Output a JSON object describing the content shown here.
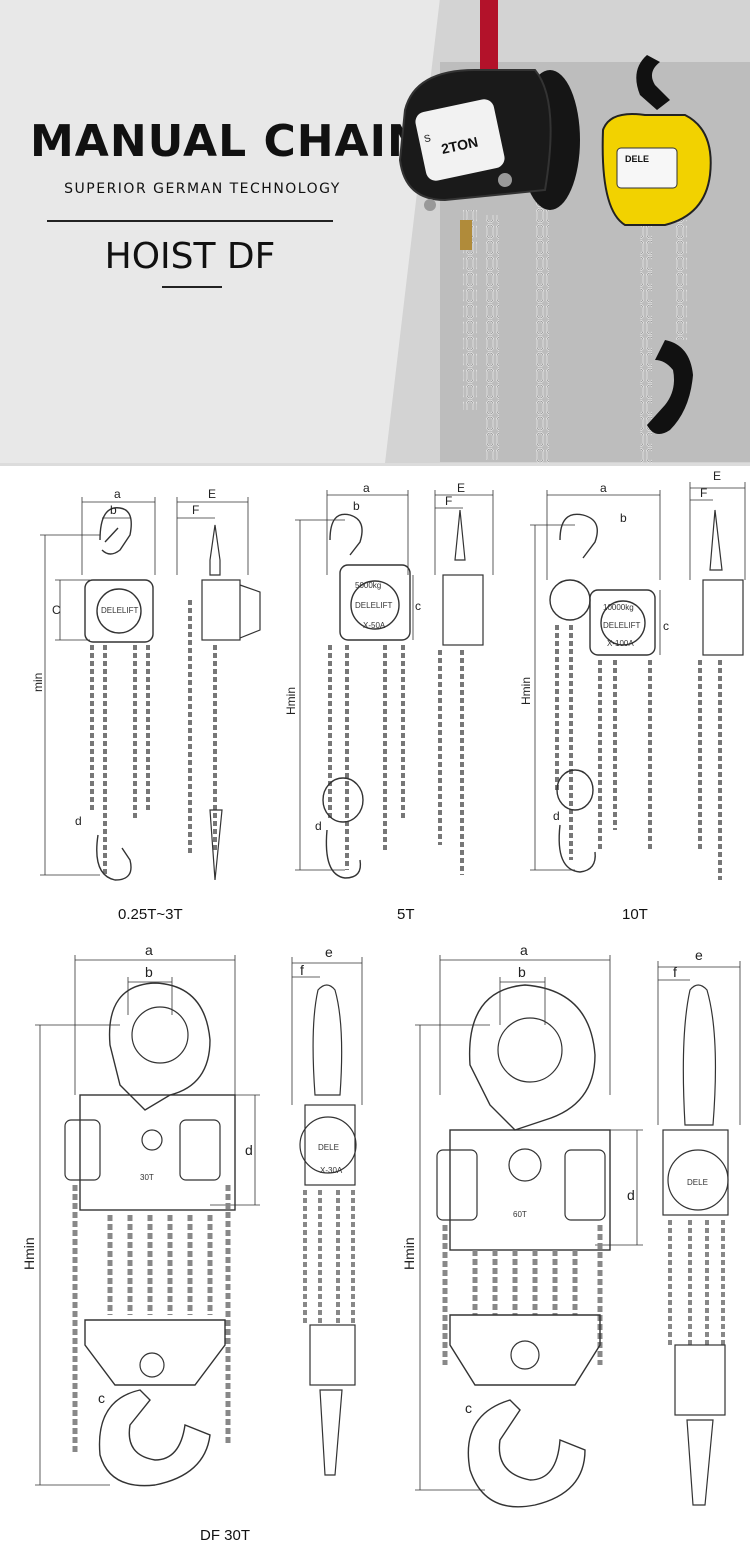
{
  "hero": {
    "title": "MANUAL CHAIN",
    "subtitle": "SUPERIOR GERMAN TECHNOLOGY",
    "model": "HOIST DF",
    "hoist_black": {
      "capacity": "2TON",
      "label": "S"
    },
    "hoist_yellow": {
      "brand": "DELE"
    }
  },
  "drawings": [
    {
      "caption": "0.25T~3T",
      "brand": "DELELIFT",
      "dims": {
        "a": "a",
        "b": "b",
        "c": "C",
        "d": "d",
        "e": "E",
        "f": "F",
        "h": "min"
      }
    },
    {
      "caption": "5T",
      "brand": "DELELIFT",
      "rating": "5000kg",
      "model": "X-50A",
      "dims": {
        "a": "a",
        "b": "b",
        "c": "c",
        "d": "d",
        "e": "E",
        "f": "F",
        "h": "Hmin"
      }
    },
    {
      "caption": "10T",
      "brand": "DELELIFT",
      "rating": "10000kg",
      "model": "X-100A",
      "dims": {
        "a": "a",
        "b": "b",
        "c": "c",
        "d": "d",
        "e": "E",
        "f": "F",
        "h": "Hmin"
      }
    },
    {
      "caption": "DF 30T",
      "rating": "30T",
      "side_brand": "DELE",
      "side_model": "X-30A",
      "dims": {
        "a": "a",
        "b": "b",
        "c": "c",
        "d": "d",
        "e": "e",
        "f": "f",
        "h": "Hmin"
      }
    },
    {
      "caption": "",
      "rating": "60T",
      "side_brand": "DELE",
      "dims": {
        "a": "a",
        "b": "b",
        "c": "c",
        "d": "d",
        "e": "e",
        "f": "f",
        "h": "Hmin"
      }
    }
  ]
}
